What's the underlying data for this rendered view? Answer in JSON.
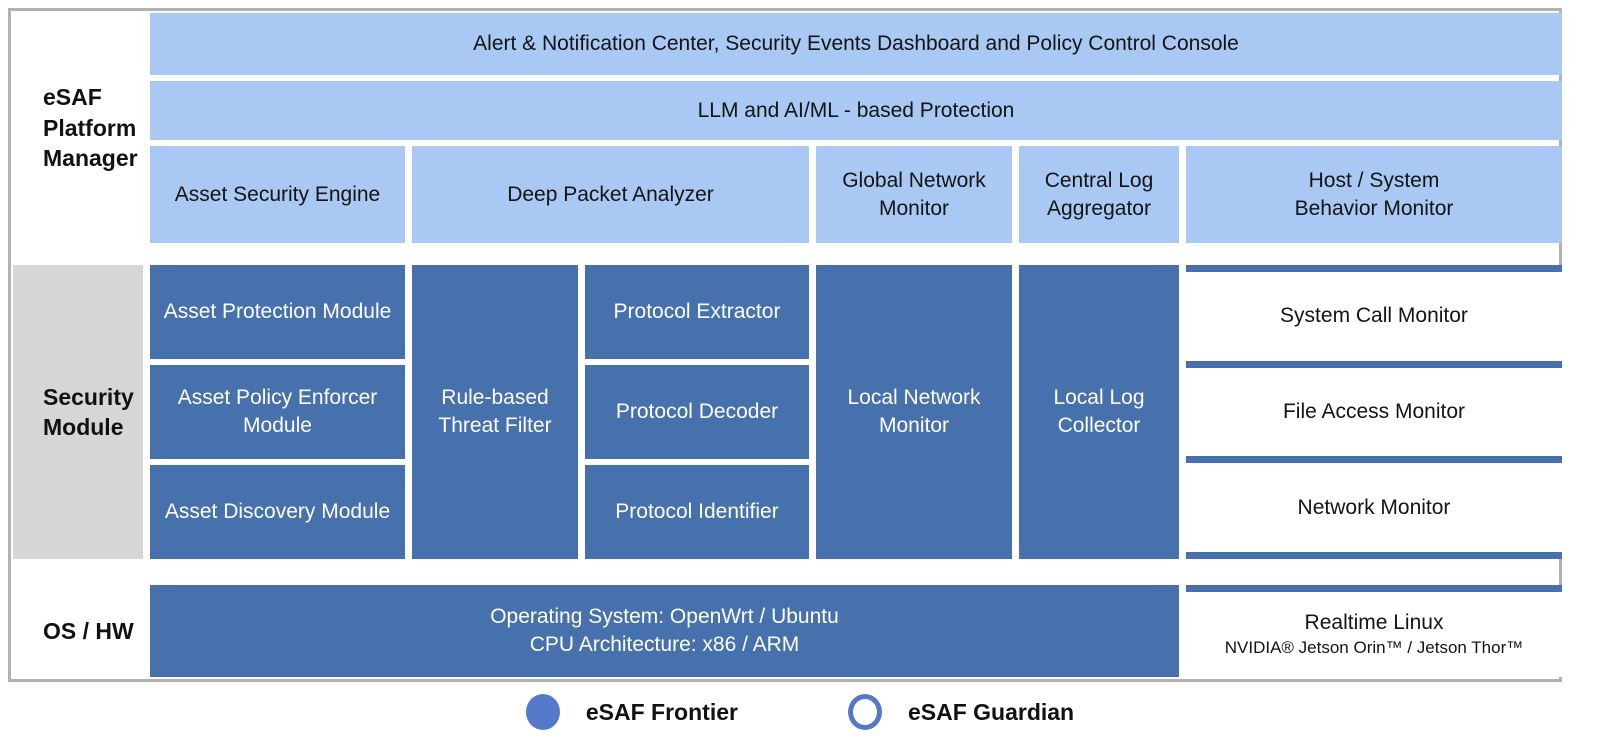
{
  "colors": {
    "light_blue": "#a9c8f3",
    "dark_blue": "#4671ad",
    "label_gray": "#d6d6d6",
    "outer_border_gray": "#b2b2b2",
    "legend_blue": "#5479ca"
  },
  "platform": {
    "label_lines": [
      "eSAF",
      "Platform",
      "Manager"
    ],
    "console_bar": "Alert & Notification Center, Security Events Dashboard and Policy Control Console",
    "llm_bar": "LLM and AI/ML - based Protection",
    "headers": [
      "Asset Security Engine",
      "Deep Packet Analyzer",
      "Global Network Monitor",
      "Central Log Aggregator",
      "Host / System Behavior Monitor"
    ]
  },
  "security": {
    "label_lines": [
      "Security",
      "Module"
    ],
    "asset_modules": [
      "Asset Protection Module",
      "Asset Policy Enforcer Module",
      "Asset Discovery Module"
    ],
    "threat_filter": "Rule-based Threat Filter",
    "protocol_modules": [
      "Protocol Extractor",
      "Protocol Decoder",
      "Protocol Identifier"
    ],
    "local_network_monitor": "Local Network Monitor",
    "local_log_collector": "Local Log Collector",
    "host_monitors": [
      "System Call Monitor",
      "File Access Monitor",
      "Network Monitor"
    ]
  },
  "oshw": {
    "label": "OS / HW",
    "os_lines": [
      "Operating System: OpenWrt / Ubuntu",
      "CPU Architecture: x86 / ARM"
    ],
    "realtime_title": "Realtime Linux",
    "realtime_subtitle": "NVIDIA® Jetson Orin™ / Jetson Thor™"
  },
  "legend": {
    "frontier": "eSAF Frontier",
    "guardian": "eSAF Guardian"
  }
}
